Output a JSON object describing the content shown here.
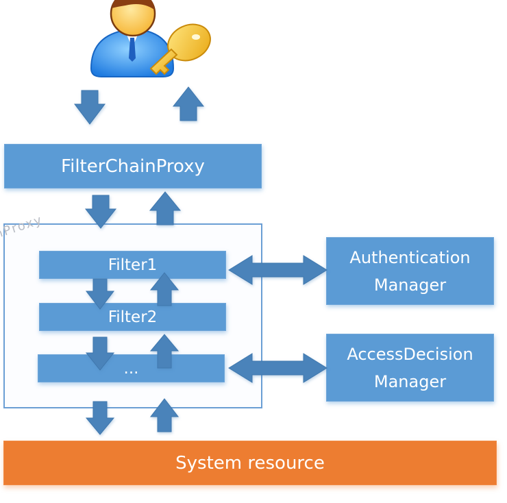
{
  "diagram": {
    "user_icon": "user-with-key-icon",
    "filter_chain_proxy": {
      "label": "FilterChainProxy"
    },
    "chain_container": {
      "watermark": "FilterChainProxy"
    },
    "filters": [
      {
        "label": "Filter1"
      },
      {
        "label": "Filter2"
      },
      {
        "label": "..."
      }
    ],
    "authentication_manager": {
      "line1": "Authentication",
      "line2": "Manager"
    },
    "access_decision_manager": {
      "line1": "AccessDecision",
      "line2": "Manager"
    },
    "system_resource": {
      "label": "System resource"
    },
    "colors": {
      "box_blue": "#5b9bd5",
      "arrow_blue": "#4a83ba",
      "resource_orange": "#ed7d31",
      "container_border": "#6a9ed4"
    }
  }
}
